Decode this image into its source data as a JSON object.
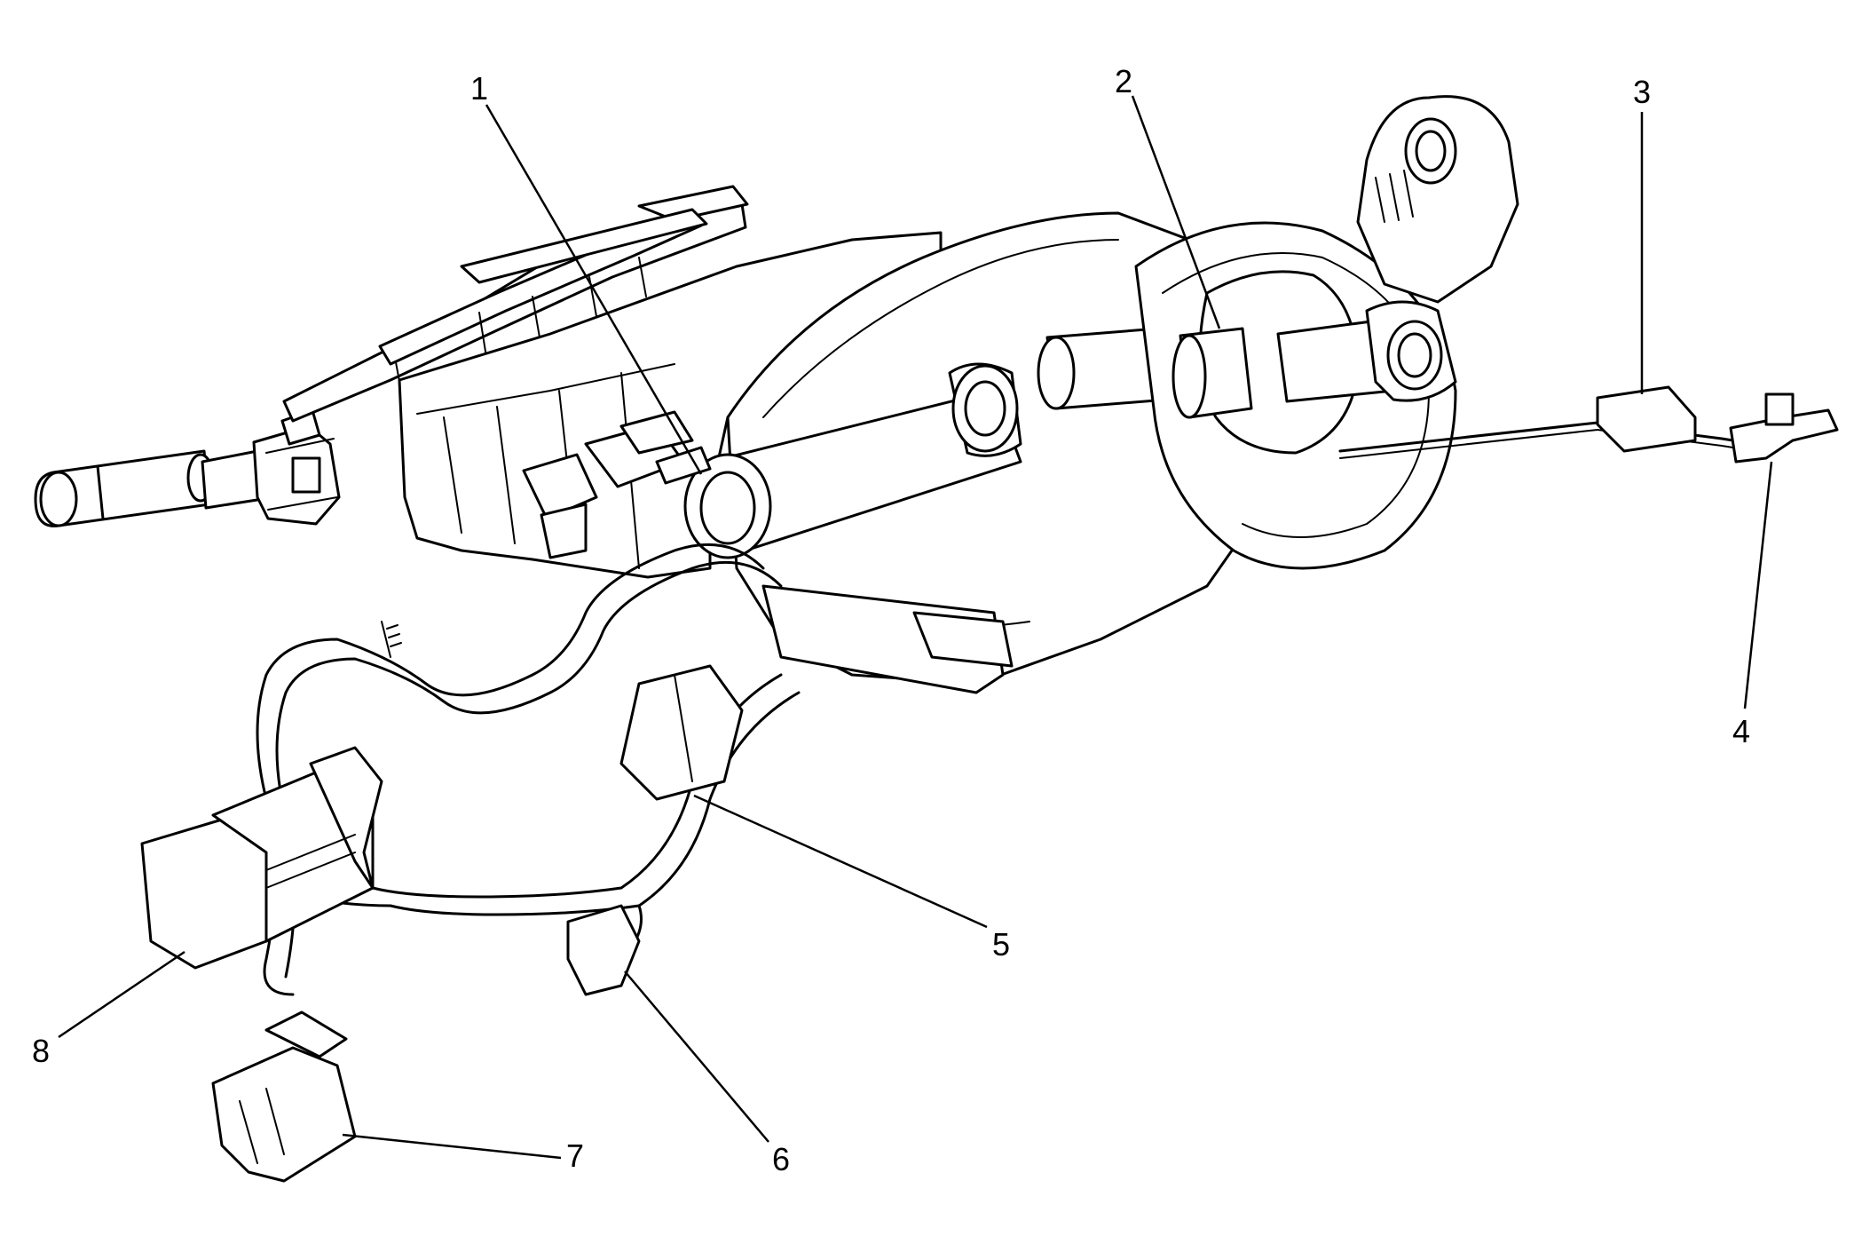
{
  "diagram": {
    "callouts": [
      {
        "id": "callout-1",
        "label": "1"
      },
      {
        "id": "callout-2",
        "label": "2"
      },
      {
        "id": "callout-3",
        "label": "3"
      },
      {
        "id": "callout-4",
        "label": "4"
      },
      {
        "id": "callout-5",
        "label": "5"
      },
      {
        "id": "callout-6",
        "label": "6"
      },
      {
        "id": "callout-7",
        "label": "7"
      },
      {
        "id": "callout-8",
        "label": "8"
      }
    ]
  },
  "colors": {
    "ink": "#000000",
    "background": "#ffffff"
  }
}
